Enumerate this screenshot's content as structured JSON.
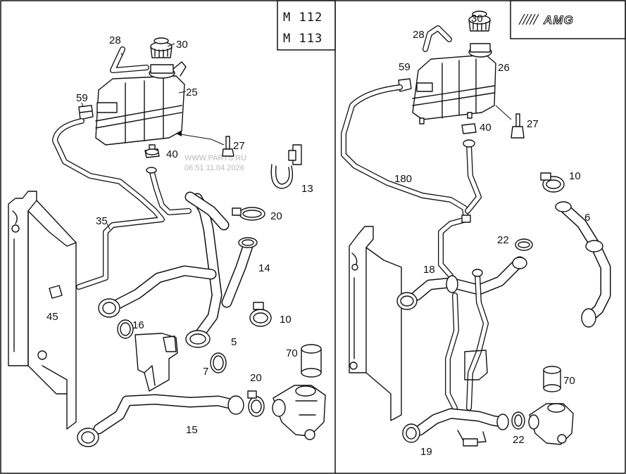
{
  "engine_codes": [
    "M 112",
    "M 113"
  ],
  "brand_logo": "AMG",
  "watermark": {
    "site": "WWW.PARTS.RU",
    "timestamp": "06:51 11.04.2026"
  },
  "left_panel": {
    "callouts": [
      "28",
      "30",
      "59",
      "25",
      "27",
      "40",
      "13",
      "35",
      "20",
      "14",
      "45",
      "16",
      "10",
      "5",
      "70",
      "7",
      "20",
      "15"
    ]
  },
  "right_panel": {
    "callouts": [
      "30",
      "28",
      "59",
      "26",
      "27",
      "40",
      "180",
      "10",
      "6",
      "22",
      "18",
      "70",
      "22",
      "19"
    ]
  }
}
